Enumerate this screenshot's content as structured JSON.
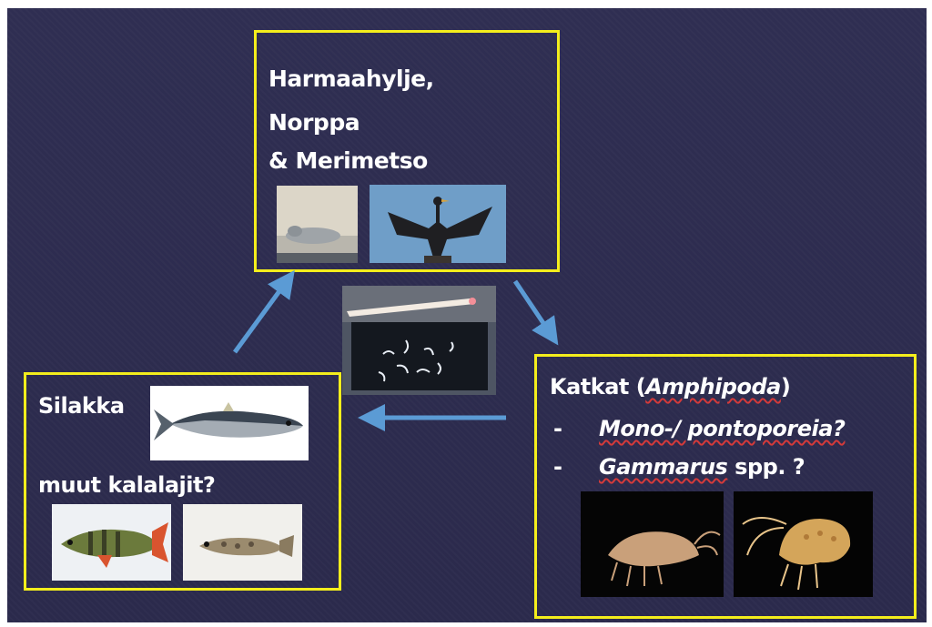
{
  "predators": {
    "line1": "Harmaahylje,",
    "line2": "Norppa",
    "line3": "& Merimetso",
    "photos": [
      "seal-photo",
      "cormorant-photo"
    ]
  },
  "fish": {
    "title": "Silakka",
    "other": "muut kalalajit?",
    "photos": [
      "herring-photo",
      "perch-photo",
      "goby-photo"
    ]
  },
  "amphipods": {
    "title_prefix": "Katkat (",
    "title_italic": "Amphipoda",
    "title_suffix": ")",
    "item1_dash": "-",
    "item1": "Mono-/ pontoporeia?",
    "item2_dash": "-",
    "item2_italic": "Gammarus",
    "item2_rest": "spp. ?",
    "photos": [
      "amphipod-photo-1",
      "amphipod-photo-2"
    ]
  },
  "colors": {
    "background": "#2d2c4f",
    "box_border": "#f4ee1c",
    "arrow": "#5b9bd5",
    "text": "#ffffff"
  }
}
